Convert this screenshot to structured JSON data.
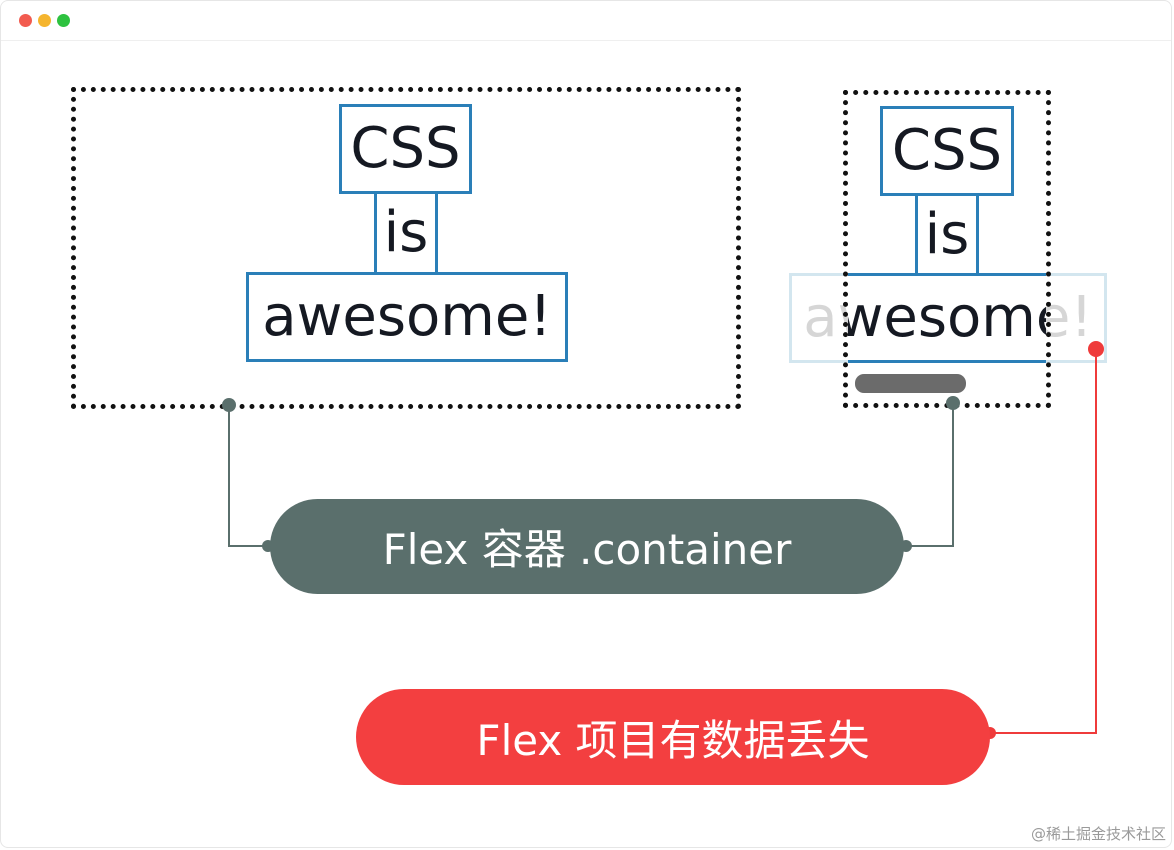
{
  "colors": {
    "traffic_red": "#f25b4f",
    "traffic_yellow": "#f5b52e",
    "traffic_green": "#2ec240",
    "item_border": "#2a7fb8",
    "container_pill": "#5a6f6c",
    "loss_pill": "#f33f40",
    "loss_line": "#ef3b3b"
  },
  "left_panel": {
    "items": [
      "CSS",
      "is",
      "awesome!"
    ]
  },
  "right_panel": {
    "items": [
      "CSS",
      "is",
      "awesome!"
    ]
  },
  "labels": {
    "container": "Flex 容器 .container",
    "data_loss": "Flex 项目有数据丢失"
  },
  "watermark": "@稀土掘金技术社区"
}
